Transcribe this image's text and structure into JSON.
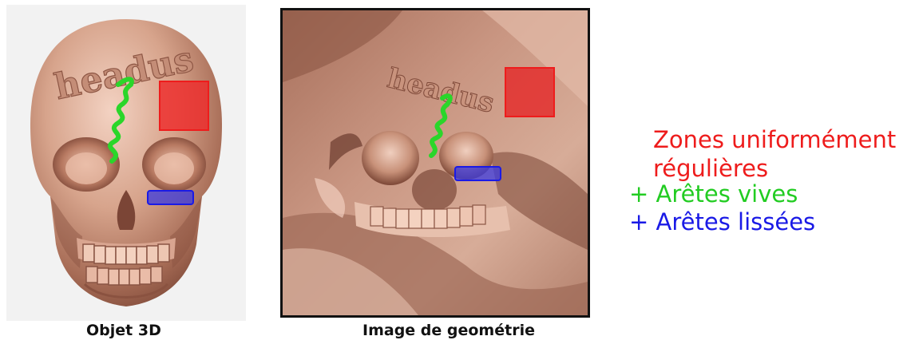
{
  "figure": {
    "captions": {
      "left": "Objet 3D",
      "right": "Image de geométrie"
    },
    "embossed_text": {
      "left": "headus",
      "right": "headus"
    },
    "legend": {
      "line1": "Zones uniformément",
      "line2": "régulières",
      "line3": "+ Arêtes vives",
      "line4": "+ Arêtes lissées"
    },
    "colors": {
      "uniform_zones": "#ee1c1c",
      "sharp_edges": "#22cc22",
      "smoothed_edges": "#1a1ae6",
      "skin": "#c9927a"
    }
  }
}
